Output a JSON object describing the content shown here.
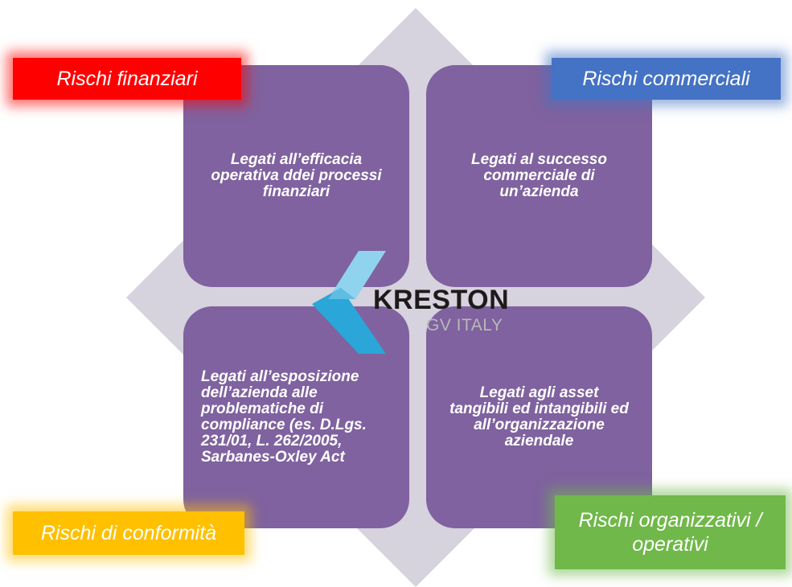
{
  "quadrants": {
    "top_left": "Legati all’efficacia operativa ddei processi finanziari",
    "top_right": "Legati al successo commerciale di un’azienda",
    "bottom_left": "Legati all’esposizione dell’azienda alle problematiche di compliance (es. D.Lgs. 231/01, L. 262/2005, Sarbanes-Oxley Act",
    "bottom_right": "Legati agli asset tangibili ed intangibili ed all’organizzazione aziendale"
  },
  "labels": {
    "financial": "Rischi finanziari",
    "commercial": "Rischi commerciali",
    "compliance": "Rischi di conformità",
    "organizational": "Rischi organizzativi / operativi"
  },
  "logo": {
    "name": "KRESTON",
    "subtitle": "GV ITALY"
  },
  "colors": {
    "quadrant": "#7f629f",
    "diamond": "#d6d2de",
    "financial": "#ff0000",
    "commercial": "#4472c4",
    "compliance": "#ffc000",
    "organizational": "#70b84a",
    "logo_light_blue": "#8fd3ee",
    "logo_blue": "#2aa6d8"
  }
}
